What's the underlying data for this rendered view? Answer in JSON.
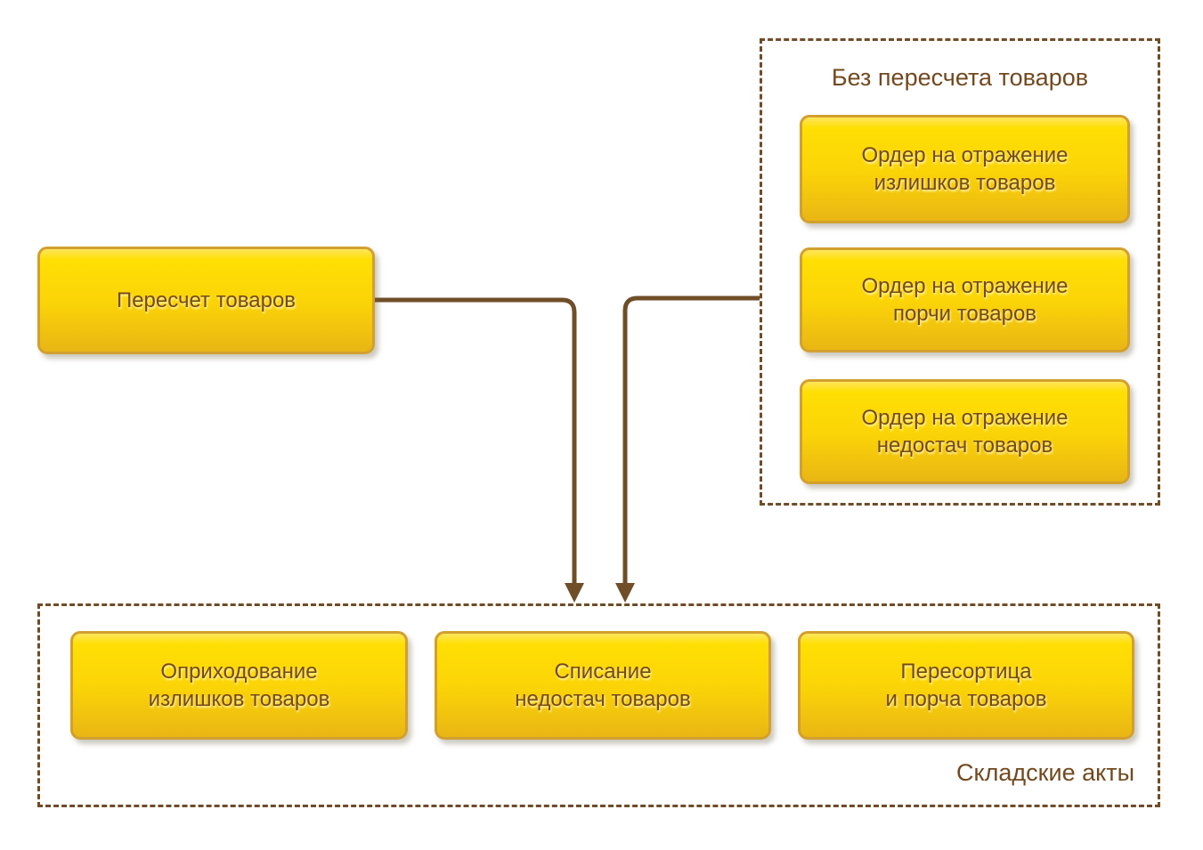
{
  "nodes": {
    "recount": {
      "lines": [
        "Пересчет товаров"
      ]
    }
  },
  "groups": {
    "no_recount": {
      "title": "Без пересчета товаров",
      "nodes": [
        {
          "lines": [
            "Ордер на отражение",
            "излишков товаров"
          ]
        },
        {
          "lines": [
            "Ордер на отражение",
            "порчи товаров"
          ]
        },
        {
          "lines": [
            "Ордер на отражение",
            "недостач товаров"
          ]
        }
      ]
    },
    "warehouse_acts": {
      "title": "Складские акты",
      "nodes": [
        {
          "lines": [
            "Оприходование",
            "излишков товаров"
          ]
        },
        {
          "lines": [
            "Списание",
            "недостач товаров"
          ]
        },
        {
          "lines": [
            "Пересортица",
            "и порча товаров"
          ]
        }
      ]
    }
  },
  "colors": {
    "background": "#ffffff",
    "node_fill_top": "#ffdf04",
    "node_fill_bottom": "#e9b614",
    "node_border": "#d2a02f",
    "node_text": "#764a1d",
    "group_border": "#6f4c26",
    "group_title_text": "#71491f",
    "connector": "#6f4e28"
  }
}
